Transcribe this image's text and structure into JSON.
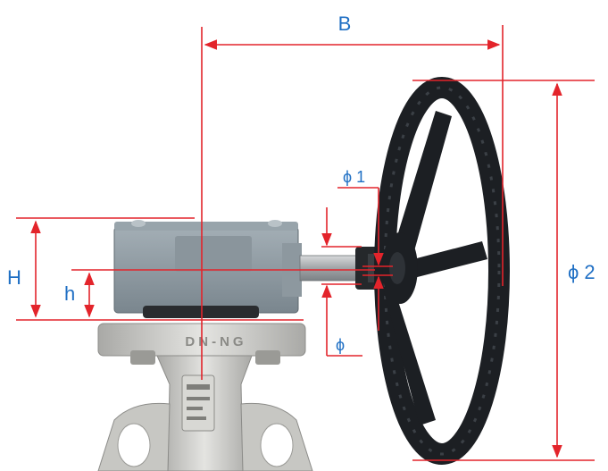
{
  "diagram": {
    "labels": {
      "B": "B",
      "phi1": "ϕ 1",
      "phi2": "ϕ 2",
      "phi": "ϕ",
      "H": "H",
      "h": "h"
    },
    "casting_text": "DN-NG",
    "colors": {
      "dimension_line": "#e3242b",
      "label": "#1f6fc4",
      "gearbox": "#8d9aa3",
      "handwheel": "#1c1f23",
      "valve_body": "#c9c9c6"
    }
  }
}
